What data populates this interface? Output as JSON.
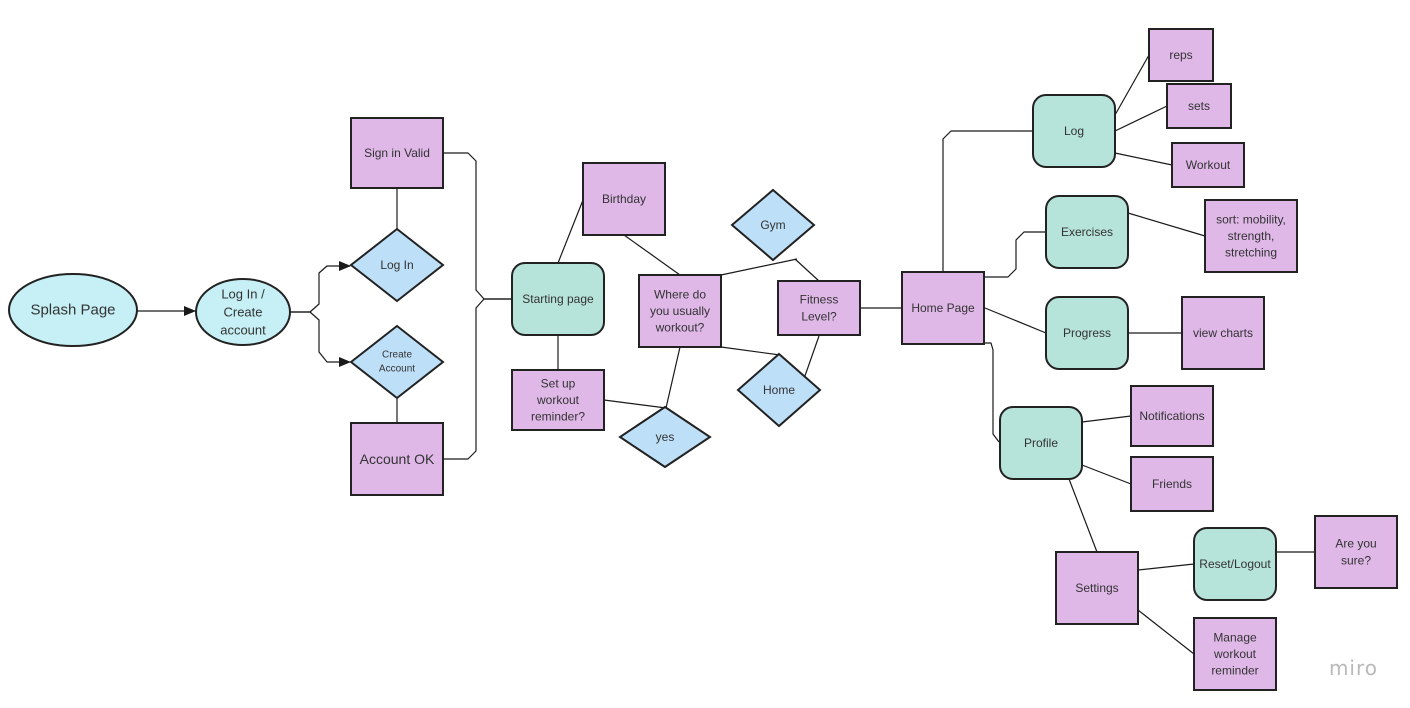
{
  "colors": {
    "rect_fill": "#dfb8e8",
    "rounded_fill": "#b6e3da",
    "diamond_fill": "#bedff8",
    "ellipse_fill": "#c6f0f5",
    "stroke": "#222222",
    "line": "#1a1a1a"
  },
  "watermark": "miro",
  "nodes": {
    "splash": {
      "lines": [
        "Splash Page"
      ],
      "shape": "ellipse"
    },
    "login_create": {
      "lines": [
        "Log In /",
        "Create",
        "account"
      ],
      "shape": "ellipse"
    },
    "log_in": {
      "lines": [
        "Log In"
      ],
      "shape": "diamond"
    },
    "create_account": {
      "lines": [
        "Create",
        "Account"
      ],
      "shape": "diamond"
    },
    "sign_in_valid": {
      "lines": [
        "Sign in Valid"
      ],
      "shape": "rect"
    },
    "account_ok": {
      "lines": [
        "Account OK"
      ],
      "shape": "rect"
    },
    "starting_page": {
      "lines": [
        "Starting page"
      ],
      "shape": "rounded"
    },
    "birthday": {
      "lines": [
        "Birthday"
      ],
      "shape": "rect"
    },
    "workout_reminder": {
      "lines": [
        "Set up",
        "workout",
        "reminder?"
      ],
      "shape": "rect"
    },
    "yes": {
      "lines": [
        "yes"
      ],
      "shape": "diamond"
    },
    "where_workout": {
      "lines": [
        "Where do",
        "you usually",
        "workout?"
      ],
      "shape": "rect"
    },
    "gym": {
      "lines": [
        "Gym"
      ],
      "shape": "diamond"
    },
    "home": {
      "lines": [
        "Home"
      ],
      "shape": "diamond"
    },
    "fitness_level": {
      "lines": [
        "Fitness",
        "Level?"
      ],
      "shape": "rect"
    },
    "home_page": {
      "lines": [
        "Home Page"
      ],
      "shape": "rect"
    },
    "log": {
      "lines": [
        "Log"
      ],
      "shape": "rounded"
    },
    "reps": {
      "lines": [
        "reps"
      ],
      "shape": "rect"
    },
    "sets": {
      "lines": [
        "sets"
      ],
      "shape": "rect"
    },
    "workout": {
      "lines": [
        "Workout"
      ],
      "shape": "rect"
    },
    "exercises": {
      "lines": [
        "Exercises"
      ],
      "shape": "rounded"
    },
    "sort": {
      "lines": [
        "sort: mobility,",
        "strength,",
        "stretching"
      ],
      "shape": "rect"
    },
    "progress": {
      "lines": [
        "Progress"
      ],
      "shape": "rounded"
    },
    "view_charts": {
      "lines": [
        "view charts"
      ],
      "shape": "rect"
    },
    "profile": {
      "lines": [
        "Profile"
      ],
      "shape": "rounded"
    },
    "notifications": {
      "lines": [
        "Notifications"
      ],
      "shape": "rect"
    },
    "friends": {
      "lines": [
        "Friends"
      ],
      "shape": "rect"
    },
    "settings": {
      "lines": [
        "Settings"
      ],
      "shape": "rect"
    },
    "reset_logout": {
      "lines": [
        "Reset/Logout"
      ],
      "shape": "rounded"
    },
    "are_you_sure": {
      "lines": [
        "Are you",
        "sure?"
      ],
      "shape": "rect"
    },
    "manage_reminder": {
      "lines": [
        "Manage",
        "workout",
        "reminder"
      ],
      "shape": "rect"
    }
  },
  "edges": [
    {
      "from": "splash",
      "to": "login_create",
      "arrow": true
    },
    {
      "from": "login_create",
      "to": "log_in",
      "arrow": true
    },
    {
      "from": "login_create",
      "to": "create_account",
      "arrow": true
    },
    {
      "from": "log_in",
      "to": "sign_in_valid",
      "arrow": false
    },
    {
      "from": "create_account",
      "to": "account_ok",
      "arrow": false
    },
    {
      "from": "sign_in_valid",
      "to": "starting_page",
      "arrow": false
    },
    {
      "from": "account_ok",
      "to": "starting_page",
      "arrow": false
    },
    {
      "from": "starting_page",
      "to": "birthday",
      "arrow": false
    },
    {
      "from": "starting_page",
      "to": "workout_reminder",
      "arrow": false
    },
    {
      "from": "workout_reminder",
      "to": "yes",
      "arrow": false
    },
    {
      "from": "yes",
      "to": "where_workout",
      "arrow": false
    },
    {
      "from": "birthday",
      "to": "where_workout",
      "arrow": false
    },
    {
      "from": "where_workout",
      "to": "gym",
      "arrow": false
    },
    {
      "from": "where_workout",
      "to": "home",
      "arrow": false
    },
    {
      "from": "gym",
      "to": "fitness_level",
      "arrow": false
    },
    {
      "from": "home",
      "to": "fitness_level",
      "arrow": false
    },
    {
      "from": "fitness_level",
      "to": "home_page",
      "arrow": false
    },
    {
      "from": "home_page",
      "to": "log",
      "arrow": false
    },
    {
      "from": "home_page",
      "to": "exercises",
      "arrow": false
    },
    {
      "from": "home_page",
      "to": "progress",
      "arrow": false
    },
    {
      "from": "home_page",
      "to": "profile",
      "arrow": false
    },
    {
      "from": "log",
      "to": "reps",
      "arrow": false
    },
    {
      "from": "log",
      "to": "sets",
      "arrow": false
    },
    {
      "from": "log",
      "to": "workout",
      "arrow": false
    },
    {
      "from": "exercises",
      "to": "sort",
      "arrow": false
    },
    {
      "from": "progress",
      "to": "view_charts",
      "arrow": false
    },
    {
      "from": "profile",
      "to": "notifications",
      "arrow": false
    },
    {
      "from": "profile",
      "to": "friends",
      "arrow": false
    },
    {
      "from": "profile",
      "to": "settings",
      "arrow": false
    },
    {
      "from": "settings",
      "to": "reset_logout",
      "arrow": false
    },
    {
      "from": "settings",
      "to": "manage_reminder",
      "arrow": false
    },
    {
      "from": "reset_logout",
      "to": "are_you_sure",
      "arrow": false
    }
  ]
}
